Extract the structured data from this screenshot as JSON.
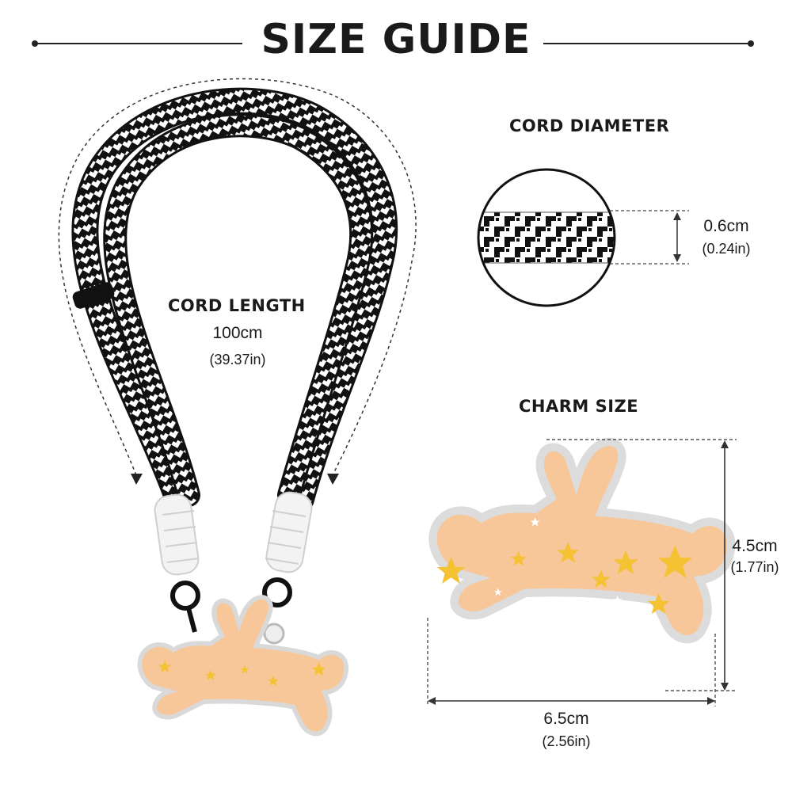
{
  "title": "SIZE GUIDE",
  "cord_length": {
    "heading": "CORD LENGTH",
    "metric": "100cm",
    "imperial": "(39.37in)"
  },
  "cord_diameter": {
    "heading": "CORD DIAMETER",
    "metric": "0.6cm",
    "imperial": "(0.24in)"
  },
  "charm_size": {
    "heading": "CHARM SIZE",
    "height_metric": "4.5cm",
    "height_imperial": "(1.77in)",
    "width_metric": "6.5cm",
    "width_imperial": "(2.56in)"
  },
  "colors": {
    "charm": "#f7c79a",
    "star": "#f4c233",
    "cord_dark": "#111111",
    "cord_light": "#ffffff"
  }
}
